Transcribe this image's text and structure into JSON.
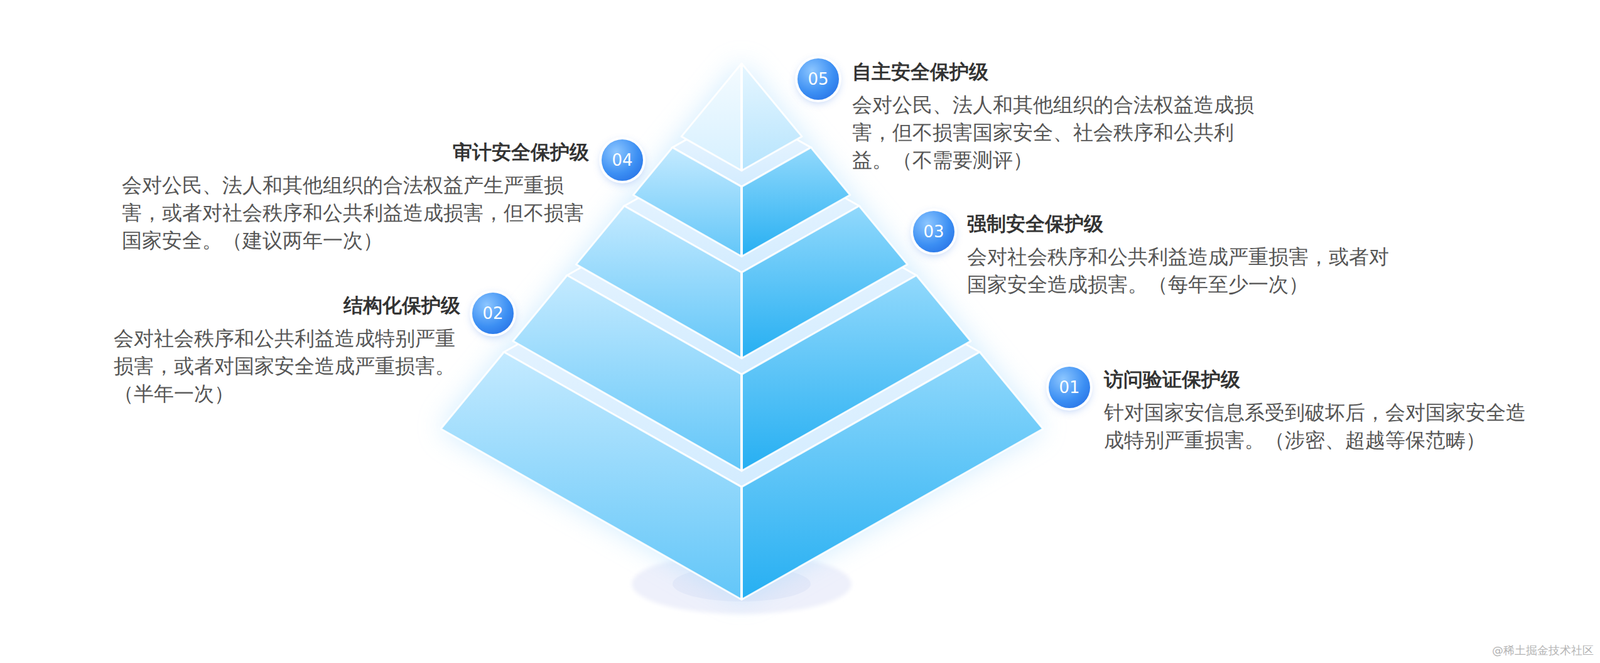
{
  "diagram": {
    "nodes": [
      {
        "text": [
          "05",
          "自主安全保护级",
          "会对公民、法人和其他组织的合法权益造成损害，但不损害国家安全、社会秩序和公共利益。（不需要测评）"
        ]
      },
      {
        "text": [
          "04",
          "审计安全保护级",
          "会对公民、法人和其他组织的合法权益产生严重损害，或者对社会秩序和公共利益造成损害，但不损害国家安全。（建议两年一次）"
        ]
      },
      {
        "text": [
          "03",
          "强制安全保护级",
          "会对社会秩序和公共利益造成严重损害，或者对国家安全造成损害。（每年至少一次）"
        ]
      },
      {
        "text": [
          "02",
          "结构化保护级",
          "会对社会秩序和公共利益造成特别严重损害，或者对国家安全造成严重损害。（半年一次）"
        ]
      },
      {
        "text": [
          "01",
          "访问验证保护级",
          "针对国家安信息系受到破坏后，会对国家安全造成特别严重损害。（涉密、超越等保范畴）"
        ]
      }
    ],
    "labels": [
      "@稀土掘金技术社区"
    ]
  }
}
